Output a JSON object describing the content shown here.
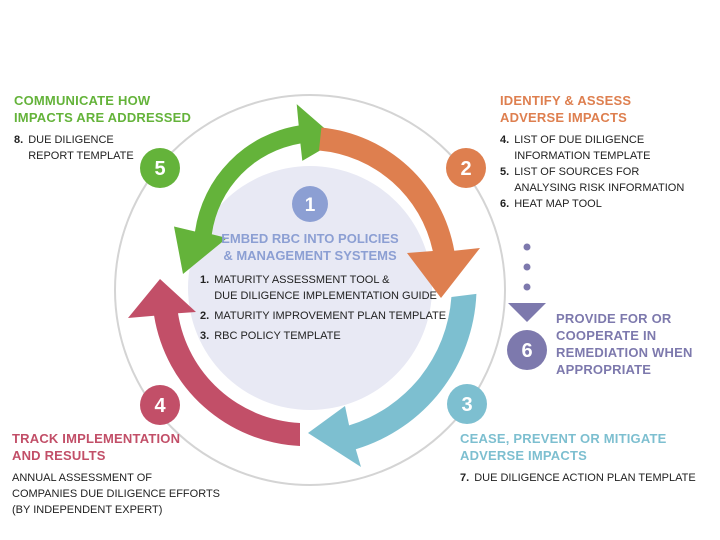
{
  "colors": {
    "green": "#64b33a",
    "orange": "#de7f4f",
    "blue": "#7dbfd0",
    "red": "#c24f68",
    "purple": "#7d79ad",
    "center": "#8c9fd3"
  },
  "center": {
    "number": "1",
    "title": "EMBED RBC INTO POLICIES\n& MANAGEMENT SYSTEMS",
    "items": [
      {
        "num": "1.",
        "text": "MATURITY ASSESSMENT TOOL &\nDUE DILIGENCE IMPLEMENTATION GUIDE"
      },
      {
        "num": "2.",
        "text": "MATURITY IMPROVEMENT PLAN TEMPLATE"
      },
      {
        "num": "3.",
        "text": "RBC POLICY TEMPLATE"
      }
    ]
  },
  "step2": {
    "number": "2",
    "title": "IDENTIFY & ASSESS\nADVERSE IMPACTS",
    "items": [
      {
        "num": "4.",
        "text": "LIST OF DUE DILIGENCE\nINFORMATION TEMPLATE"
      },
      {
        "num": "5.",
        "text": "LIST OF SOURCES FOR\nANALYSING RISK INFORMATION"
      },
      {
        "num": "6.",
        "text": "HEAT MAP TOOL"
      }
    ]
  },
  "step3": {
    "number": "3",
    "title": "CEASE, PREVENT OR MITIGATE\nADVERSE IMPACTS",
    "items": [
      {
        "num": "7.",
        "text": "DUE DILIGENCE ACTION PLAN TEMPLATE"
      }
    ]
  },
  "step4": {
    "number": "4",
    "title": "TRACK IMPLEMENTATION\nAND RESULTS",
    "text": "ANNUAL ASSESSMENT OF\nCOMPANIES DUE DILIGENCE EFFORTS\n(BY INDEPENDENT EXPERT)"
  },
  "step5": {
    "number": "5",
    "title": "COMMUNICATE HOW\nIMPACTS ARE ADDRESSED",
    "items": [
      {
        "num": "8.",
        "text": "DUE DILIGENCE\nREPORT TEMPLATE"
      }
    ]
  },
  "step6": {
    "number": "6",
    "title": "PROVIDE FOR OR\nCOOPERATE IN\nREMEDIATION WHEN\nAPPROPRIATE"
  }
}
